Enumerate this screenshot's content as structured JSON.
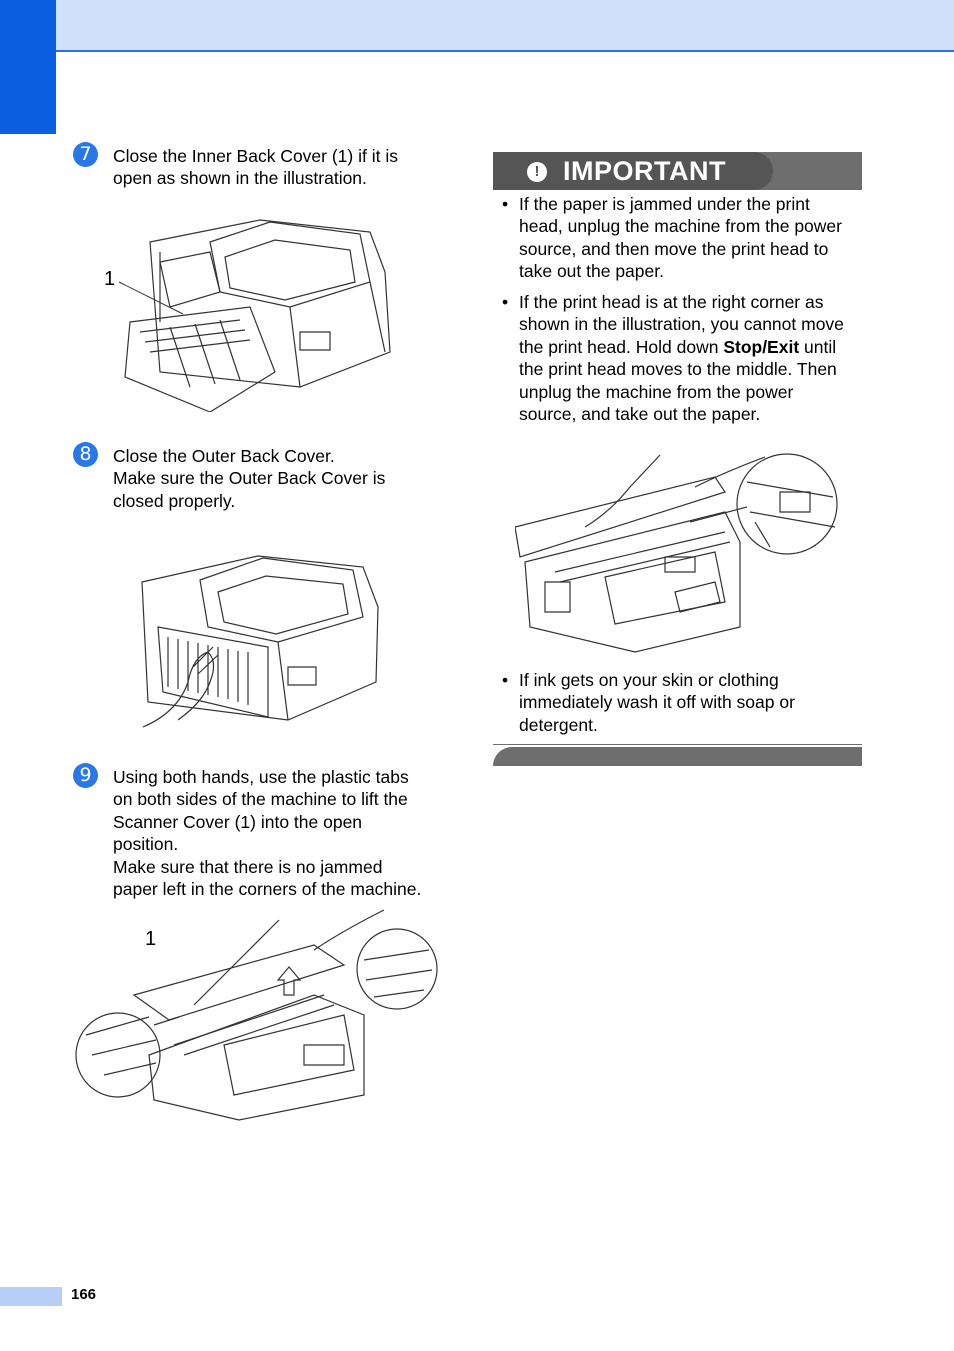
{
  "page": {
    "number": "166"
  },
  "steps": [
    {
      "badge": "7",
      "lines": [
        "Close the Inner Back Cover (1) if it is",
        "open as shown in the illustration."
      ]
    },
    {
      "badge": "8",
      "lines": [
        "Close the Outer Back Cover.",
        "Make sure the Outer Back Cover is",
        "closed properly."
      ]
    },
    {
      "badge": "9",
      "lines": [
        "Using both hands, use the plastic tabs",
        "on both sides of the machine to lift the",
        "Scanner Cover (1) into the open",
        "position.",
        "Make sure that there is no jammed",
        "paper left in the corners of the machine."
      ]
    }
  ],
  "callouts": {
    "inner_back_cover": "1",
    "scanner_cover": "1"
  },
  "important": {
    "title": "IMPORTANT",
    "icon": "exclamation-icon",
    "bullets": [
      {
        "lines": [
          "If the paper is jammed under the print",
          "head, unplug the machine from the power",
          "source, and then move the print head to",
          "take out the paper."
        ]
      },
      {
        "lines_before": [
          "If the print head is at the right corner as",
          "shown in the illustration, you cannot move",
          "the print head. Hold down "
        ],
        "bold": "Stop/Exit",
        "lines_after": [
          " until",
          "the print head moves to the middle. Then",
          "unplug the machine from the power",
          "source, and take out the paper."
        ]
      },
      {
        "lines": [
          "If ink gets on your skin or clothing",
          "immediately wash it off with soap or",
          "detergent."
        ]
      }
    ],
    "bullet_char": "•"
  }
}
